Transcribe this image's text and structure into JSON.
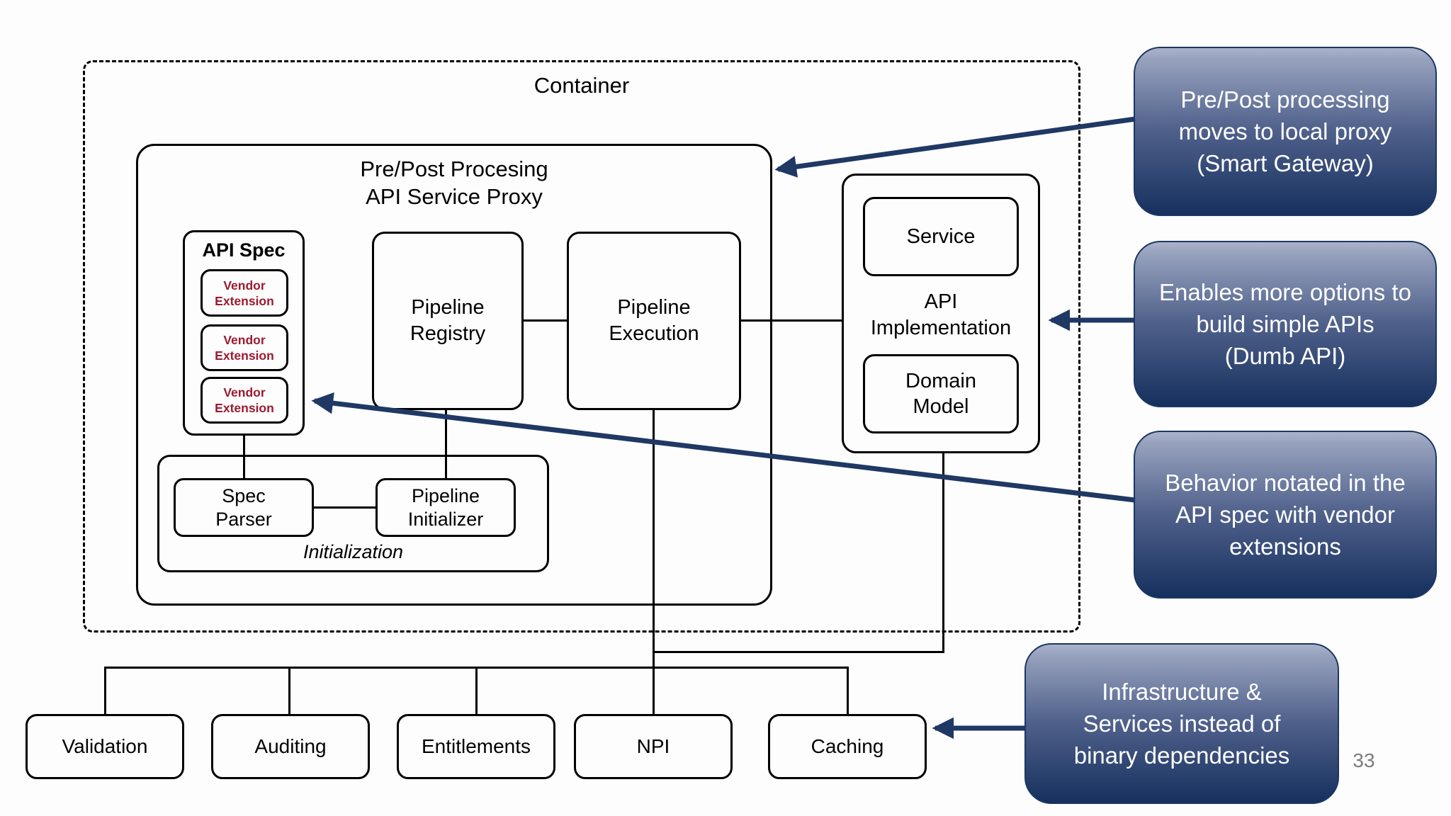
{
  "container": {
    "label": "Container"
  },
  "proxy": {
    "title_line1": "Pre/Post Procesing",
    "title_line2": "API Service Proxy"
  },
  "api_spec": {
    "title": "API Spec",
    "vendor_extensions": [
      {
        "line1": "Vendor",
        "line2": "Extension"
      },
      {
        "line1": "Vendor",
        "line2": "Extension"
      },
      {
        "line1": "Vendor",
        "line2": "Extension"
      }
    ]
  },
  "pipeline_registry": {
    "line1": "Pipeline",
    "line2": "Registry"
  },
  "pipeline_execution": {
    "line1": "Pipeline",
    "line2": "Execution"
  },
  "initialization": {
    "label": "Initialization",
    "spec_parser": {
      "line1": "Spec",
      "line2": "Parser"
    },
    "pipeline_initializer": {
      "line1": "Pipeline",
      "line2": "Initializer"
    }
  },
  "api_implementation": {
    "title_line1": "API",
    "title_line2": "Implementation",
    "service": "Service",
    "domain_model": {
      "line1": "Domain",
      "line2": "Model"
    }
  },
  "infrastructure_boxes": [
    {
      "label": "Validation"
    },
    {
      "label": "Auditing"
    },
    {
      "label": "Entitlements"
    },
    {
      "label": "NPI"
    },
    {
      "label": "Caching"
    }
  ],
  "callouts": [
    {
      "lines": [
        "Pre/Post processing",
        "moves to local proxy",
        "(Smart Gateway)"
      ]
    },
    {
      "lines": [
        "Enables more options to",
        "build simple APIs",
        "(Dumb API)"
      ]
    },
    {
      "lines": [
        "Behavior notated in the",
        "API spec with vendor",
        "extensions"
      ]
    },
    {
      "lines": [
        "Infrastructure &",
        "Services instead of",
        "binary dependencies"
      ]
    }
  ],
  "page": {
    "number": "33"
  },
  "colors": {
    "arrow": "#1f3864",
    "vendor_text": "#9b1b30",
    "callout_top": "#96a1bd",
    "callout_mid": "#51628c",
    "callout_bottom": "#16305e",
    "callout_border": "#1c3764",
    "page_number": "#7c7c7c",
    "diagram_ink": "#000000"
  }
}
